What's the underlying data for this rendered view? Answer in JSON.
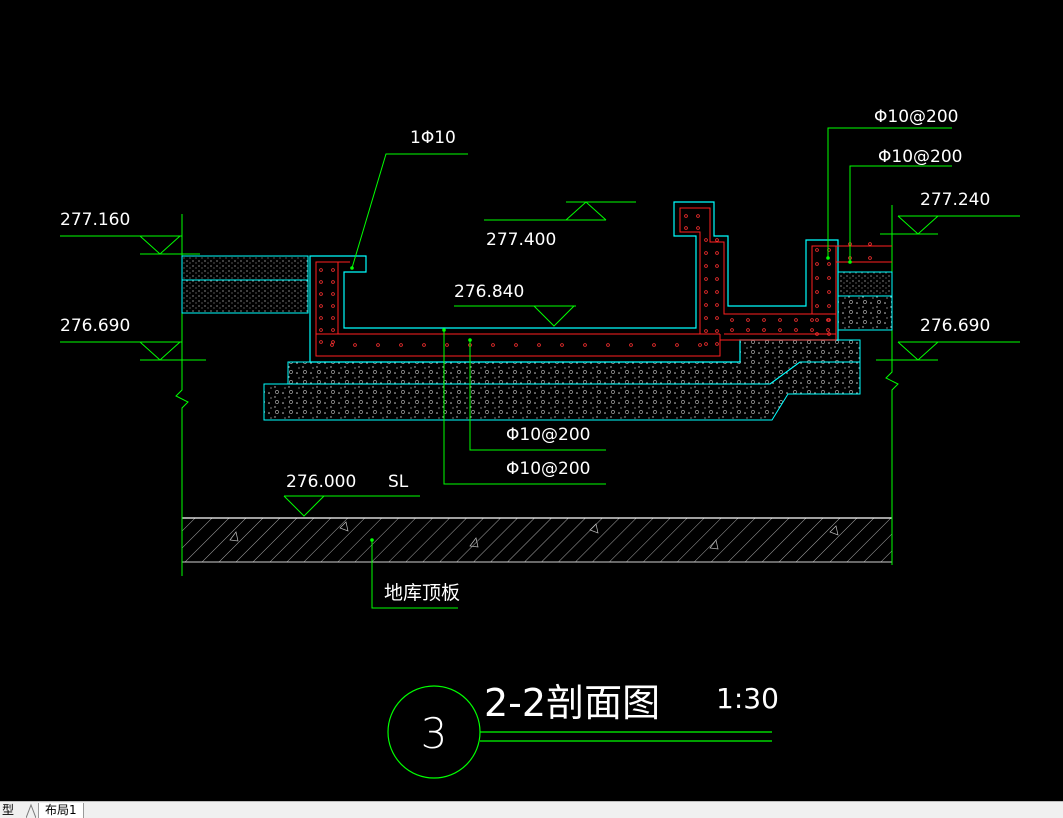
{
  "drawing": {
    "elevations": {
      "left_top": "277.160",
      "left_bottom": "276.690",
      "center_top": "277.400",
      "center_mid": "276.840",
      "right_top": "277.240",
      "right_bottom": "276.690",
      "base": "276.000",
      "base_suffix": "SL"
    },
    "rebar": {
      "top_left": "1Φ10",
      "top_right_1": "Φ10@200",
      "top_right_2": "Φ10@200",
      "bottom_1": "Φ10@200",
      "bottom_2": "Φ10@200"
    },
    "slab_label": "地库顶板",
    "title": {
      "number": "3",
      "name": "2-2剖面图",
      "scale": "1:30"
    },
    "colors": {
      "background": "#000000",
      "outline": "#00ffff",
      "dim_line": "#00ff00",
      "rebar": "#ff2020",
      "text": "#ffffff",
      "fill": "#c8c8c8"
    }
  },
  "tabs": [
    {
      "label": "型"
    },
    {
      "label": "布局1"
    }
  ]
}
